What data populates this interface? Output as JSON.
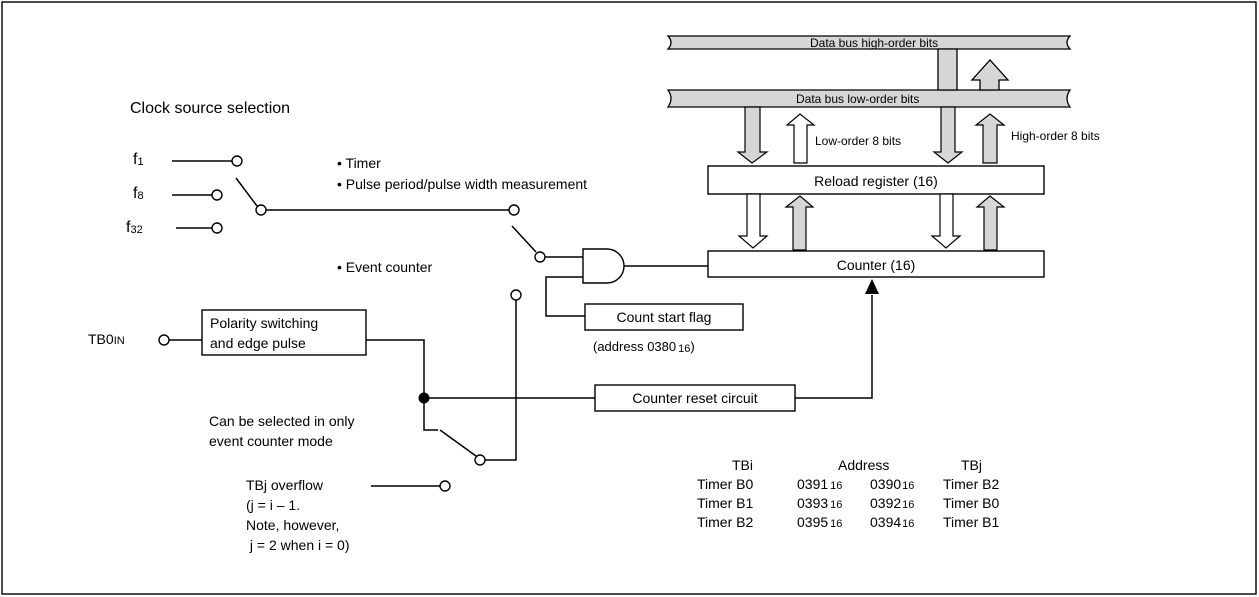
{
  "title": "Clock source selection",
  "clock_sources": [
    {
      "label": "f",
      "sub": "1"
    },
    {
      "label": "f",
      "sub": "8"
    },
    {
      "label": "f",
      "sub": "32"
    }
  ],
  "modes": {
    "timer": "• Timer",
    "pulse": "• Pulse period/pulse width measurement",
    "event": "• Event counter"
  },
  "bus": {
    "high": "Data bus high-order bits",
    "low": "Data bus low-order bits",
    "low_bits": "Low-order 8 bits",
    "high_bits": "High-order 8 bits"
  },
  "registers": {
    "reload": "Reload register (16)",
    "counter": "Counter (16)"
  },
  "count_start": {
    "label": "Count start flag",
    "address_prefix": "(address 0380",
    "address_sub": "16",
    "address_suffix": ")"
  },
  "input": {
    "label": "TB0",
    "sub": "IN"
  },
  "polarity": {
    "line1": "Polarity switching",
    "line2": "and edge pulse"
  },
  "reset": "Counter reset circuit",
  "note": {
    "line1": "Can be selected in only",
    "line2": "event counter mode"
  },
  "overflow": {
    "line1": "TBj overflow",
    "line2": "(j = i – 1.",
    "line3": "Note, however,",
    "line4": " j = 2 when i = 0)"
  },
  "table": {
    "headers": [
      "TBi",
      "Address",
      "TBj"
    ],
    "subscript": "16",
    "rows": [
      {
        "tbi": "Timer B0",
        "addr1": "0391",
        "addr2": "0390",
        "tbj": "Timer B2"
      },
      {
        "tbi": "Timer B1",
        "addr1": "0393",
        "addr2": "0392",
        "tbj": "Timer B0"
      },
      {
        "tbi": "Timer B2",
        "addr1": "0395",
        "addr2": "0394",
        "tbj": "Timer B1"
      }
    ]
  }
}
